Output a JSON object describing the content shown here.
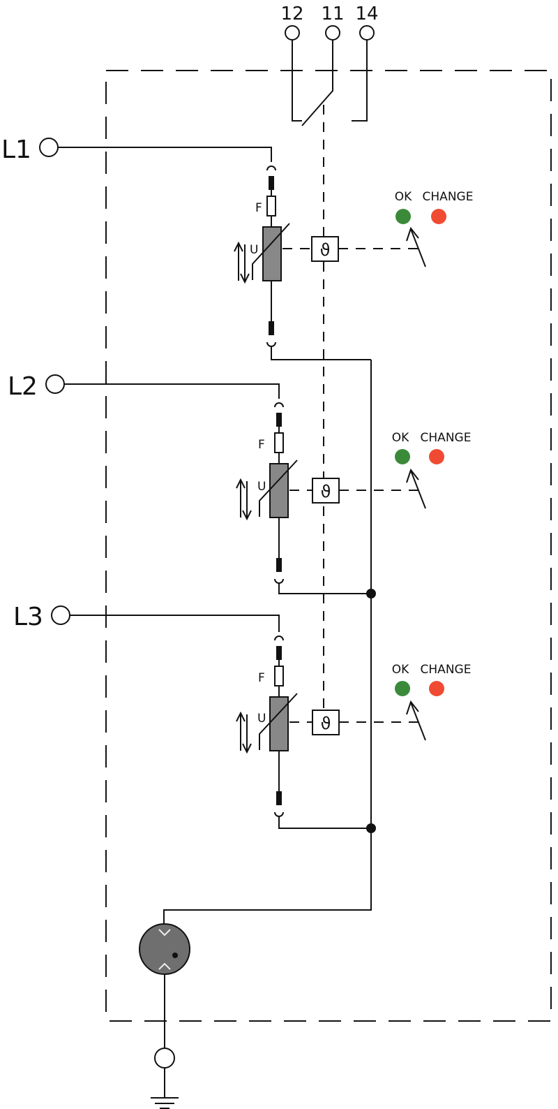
{
  "relay": {
    "terminals": [
      "12",
      "11",
      "14"
    ]
  },
  "phases": [
    {
      "label": "L1",
      "fuse_label": "F",
      "varistor_label": "U",
      "thermal_symbol": "ϑ",
      "led_ok_label": "OK",
      "led_change_label": "CHANGE"
    },
    {
      "label": "L2",
      "fuse_label": "F",
      "varistor_label": "U",
      "thermal_symbol": "ϑ",
      "led_ok_label": "OK",
      "led_change_label": "CHANGE"
    },
    {
      "label": "L3",
      "fuse_label": "F",
      "varistor_label": "U",
      "thermal_symbol": "ϑ",
      "led_ok_label": "OK",
      "led_change_label": "CHANGE"
    }
  ],
  "colors": {
    "line": "#111111",
    "ok_led": "#3a8a3a",
    "change_led": "#f04a32",
    "varistor_fill": "#888888",
    "gas_tube_fill": "#6f6f6f"
  }
}
